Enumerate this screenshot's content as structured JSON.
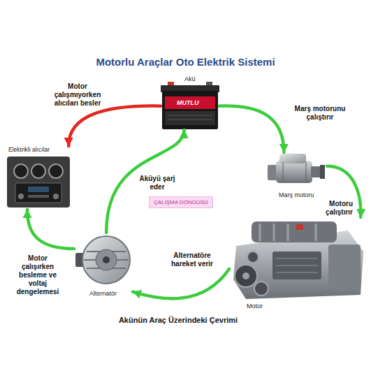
{
  "diagram": {
    "title": "Motorlu Araçlar Oto Elektrik Sistemi",
    "caption": "Akünün Araç Üzerindeki Çevrimi",
    "nodes": [
      {
        "text": [
          "Akü"
        ]
      },
      {
        "text": [
          "Elektrikli alıcılar"
        ]
      },
      {
        "text": [
          "Marş motoru"
        ]
      },
      {
        "text": [
          "ÇALIŞMA DÖNGÜSÜ"
        ]
      },
      {
        "text": [
          "Motor"
        ]
      },
      {
        "text": [
          "Alternatör"
        ]
      }
    ],
    "edges": [
      {
        "from": 0,
        "to": 1,
        "label": "Motor çalışmıyorken alıcıları besler",
        "arrow": "to"
      },
      {
        "from": 0,
        "to": 2,
        "label": "Marş motorunu çalıştırır",
        "arrow": "to"
      },
      {
        "from": 2,
        "to": 4,
        "label": "Motoru çalıştırır",
        "arrow": "to"
      },
      {
        "from": 4,
        "to": 5,
        "label": "Alternatöre hareket verir",
        "arrow": "to"
      },
      {
        "from": 5,
        "to": 0,
        "label": "Aküyü şarj eder",
        "arrow": "to"
      },
      {
        "from": 5,
        "to": 1,
        "label": "Motor çalışırken besleme ve voltaj dengelemesi",
        "arrow": "to"
      }
    ],
    "labels": [
      "MUTLU"
    ]
  }
}
